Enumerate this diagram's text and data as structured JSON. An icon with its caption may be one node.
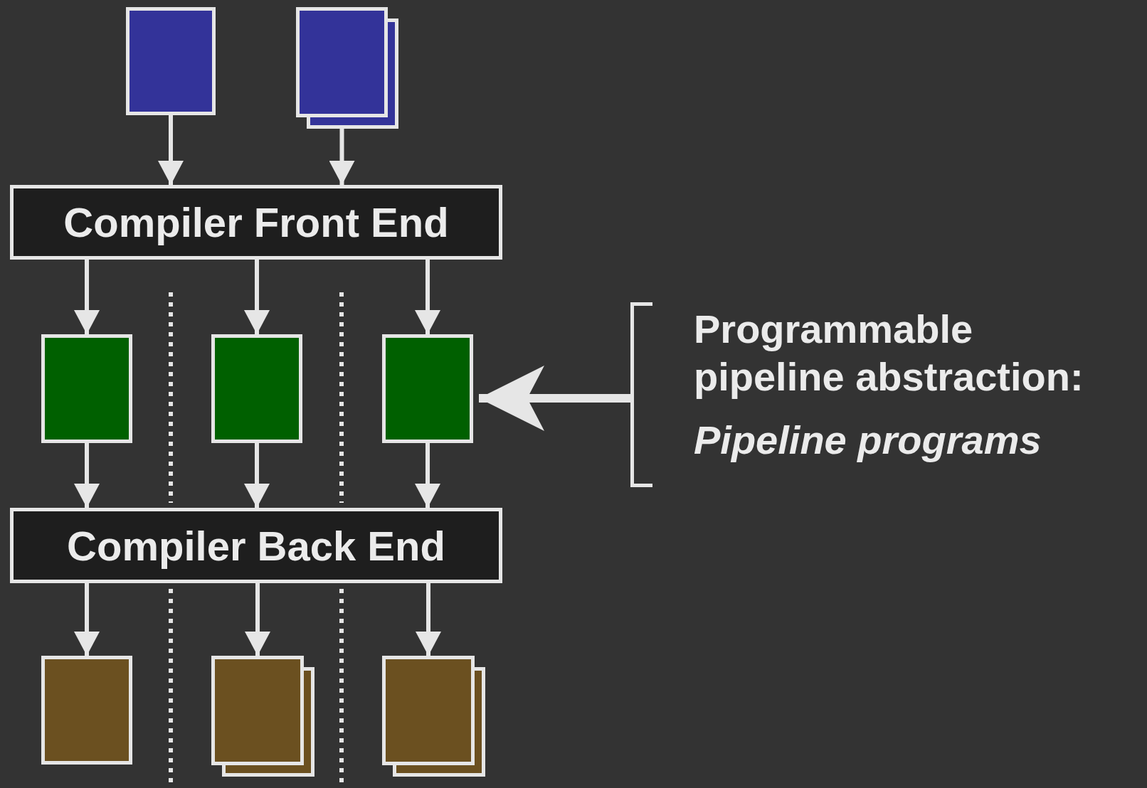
{
  "diagram": {
    "nodes": [
      {
        "text": [],
        "shape": "box"
      },
      {
        "text": [],
        "shape": "stack"
      },
      {
        "text": [
          "Compiler Front End"
        ]
      },
      {
        "text": [],
        "shape": "box"
      },
      {
        "text": [],
        "shape": "box"
      },
      {
        "text": [],
        "shape": "box"
      },
      {
        "text": [
          "Compiler Back End"
        ]
      },
      {
        "text": [],
        "shape": "box"
      },
      {
        "text": [],
        "shape": "stack"
      },
      {
        "text": [],
        "shape": "stack"
      },
      {
        "text": [
          "Programmable pipeline abstraction:",
          "Pipeline programs"
        ]
      }
    ],
    "edges": [
      {
        "from": 0,
        "to": 2,
        "arrow": "to"
      },
      {
        "from": 1,
        "to": 2,
        "arrow": "to"
      },
      {
        "from": 2,
        "to": 3,
        "arrow": "to"
      },
      {
        "from": 2,
        "to": 4,
        "arrow": "to"
      },
      {
        "from": 2,
        "to": 5,
        "arrow": "to"
      },
      {
        "from": 3,
        "to": 6,
        "arrow": "to"
      },
      {
        "from": 4,
        "to": 6,
        "arrow": "to"
      },
      {
        "from": 5,
        "to": 6,
        "arrow": "to"
      },
      {
        "from": 6,
        "to": 7,
        "arrow": "to"
      },
      {
        "from": 6,
        "to": 8,
        "arrow": "to"
      },
      {
        "from": 6,
        "to": 9,
        "arrow": "to"
      },
      {
        "from": 10,
        "to": 5,
        "arrow": "to",
        "style": "thick"
      }
    ]
  }
}
